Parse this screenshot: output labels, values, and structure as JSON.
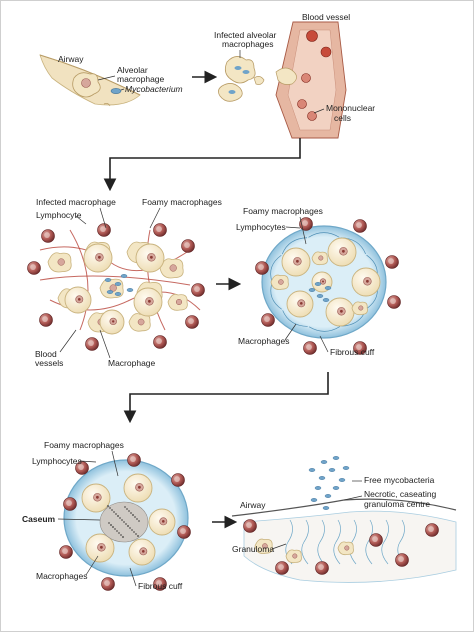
{
  "stage1": {
    "airway": "Airway",
    "alveolar_macrophage_line1": "Alveolar",
    "alveolar_macrophage_line2": "macrophage",
    "mycobacterium": "Mycobacterium",
    "infected_alveolar_line1": "Infected alveolar",
    "infected_alveolar_line2": "macrophages",
    "blood_vessel": "Blood vessel",
    "mononuclear_line1": "Mononuclear",
    "mononuclear_line2": "cells"
  },
  "stage2": {
    "infected_macrophage": "Infected macrophage",
    "foamy_macrophages": "Foamy macrophages",
    "lymphocyte": "Lymphocyte",
    "blood_vessels_line1": "Blood",
    "blood_vessels_line2": "vessels",
    "macrophage": "Macrophage"
  },
  "stage3": {
    "foamy_macrophages": "Foamy macrophages",
    "lymphocytes": "Lymphocytes",
    "macrophages": "Macrophages",
    "fibrous_cuff": "Fibrous cuff"
  },
  "stage4": {
    "foamy_macrophages": "Foamy macrophages",
    "lymphocytes": "Lymphocytes",
    "caseum": "Caseum",
    "macrophages": "Macrophages",
    "fibrous_cuff": "Fibrous cuff"
  },
  "stage5": {
    "free_mycobacteria": "Free mycobacteria",
    "necrotic_line1": "Necrotic, caseating",
    "necrotic_line2": "granuloma centre",
    "airway": "Airway",
    "granuloma": "Granuloma"
  },
  "colors": {
    "cell_fill": "#f3e6c4",
    "cell_stroke": "#c9b37e",
    "lymphocyte": "#8a3a3a",
    "nucleus": "#d6a79c",
    "bacterium": "#6fa3c9",
    "vessel": "#d9a58e",
    "rbc": "#c74b3a",
    "cuff": "#a9cde0",
    "blood_vessel_red": "#c0392b"
  }
}
